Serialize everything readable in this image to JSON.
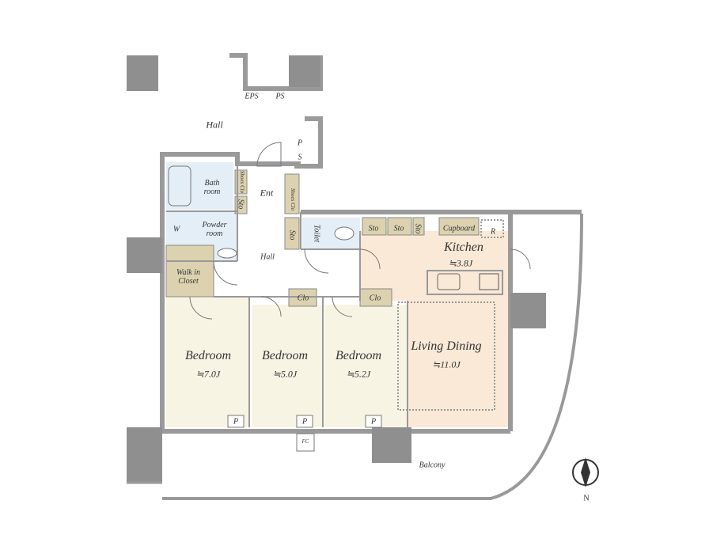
{
  "labels": {
    "hall_top": "Hall",
    "eps": "EPS",
    "ps_top": "PS",
    "ps_side_p": "P",
    "ps_side_s": "S",
    "bath": "Bath room",
    "shoes_clo_1": "Shoes Clo",
    "sto_ent": "Sto",
    "ent": "Ent",
    "shoes_clo_2": "Shoes Clo",
    "sto_hall": "Sto",
    "toilet": "Toilet",
    "powder": "Powder room",
    "washer": "W",
    "walk_in_closet": "Walk in Closet",
    "hall_inner": "Hall",
    "sto_k1": "Sto",
    "sto_k2": "Sto",
    "sto_k3": "Sto",
    "cupboard": "Cupboard",
    "fridge": "R",
    "kitchen": "Kitchen",
    "kitchen_size": "≒3.8J",
    "clo_1": "Clo",
    "clo_2": "Clo",
    "bedroom_1": "Bedroom",
    "bedroom_1_size": "≒7.0J",
    "bedroom_2": "Bedroom",
    "bedroom_2_size": "≒5.0J",
    "bedroom_3": "Bedroom",
    "bedroom_3_size": "≒5.2J",
    "living_dining": "Living Dining",
    "living_dining_size": "≒11.0J",
    "p1": "P",
    "p2": "P",
    "p3": "P",
    "fc": "FC",
    "balcony": "Balcony",
    "north": "N"
  },
  "colors": {
    "wall": "#9a9a9a",
    "pillar": "#8f8f8f",
    "bedroom": "#f8f4e4",
    "living": "#f9e9d6",
    "wet": "#e4eef6",
    "storage": "#dcd2b0"
  }
}
